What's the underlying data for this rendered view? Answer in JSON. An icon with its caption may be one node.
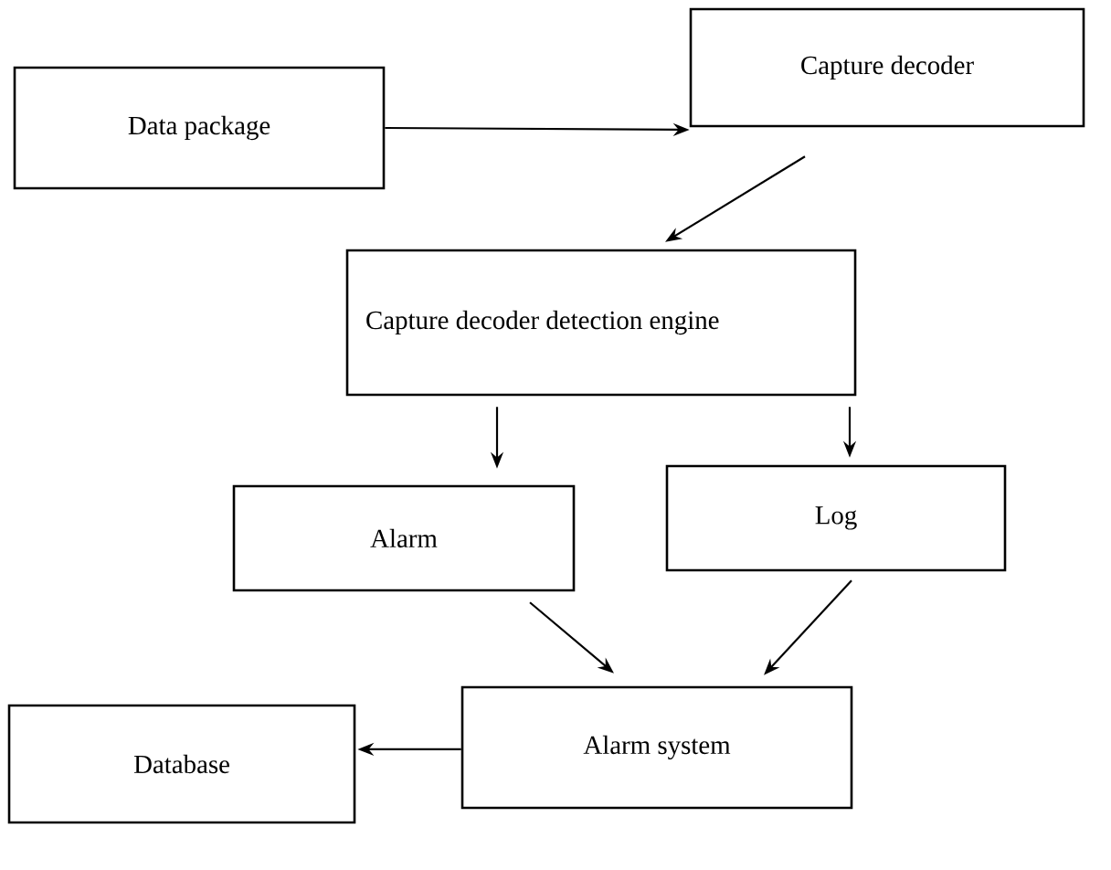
{
  "diagram": {
    "nodes": [
      {
        "text": [
          "Data package"
        ]
      },
      {
        "text": [
          "Capture decoder"
        ]
      },
      {
        "text": [
          "Capture decoder detection engine"
        ]
      },
      {
        "text": [
          "Alarm"
        ]
      },
      {
        "text": [
          "Log"
        ]
      },
      {
        "text": [
          "Alarm system"
        ]
      },
      {
        "text": [
          "Database"
        ]
      }
    ],
    "edges": [
      {
        "from": 0,
        "to": 1,
        "arrow": "to"
      },
      {
        "from": 1,
        "to": 2,
        "arrow": "to"
      },
      {
        "from": 2,
        "to": 3,
        "arrow": "to"
      },
      {
        "from": 2,
        "to": 4,
        "arrow": "to"
      },
      {
        "from": 3,
        "to": 5,
        "arrow": "to"
      },
      {
        "from": 4,
        "to": 5,
        "arrow": "to"
      },
      {
        "from": 5,
        "to": 6,
        "arrow": "to"
      }
    ]
  }
}
